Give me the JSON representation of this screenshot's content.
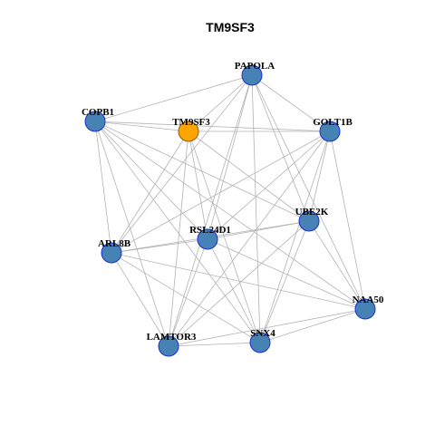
{
  "title": "TM9SF3",
  "colors": {
    "node_fill": "#4682B4",
    "node_stroke": "#1a2ed6",
    "focus_fill": "#FFA500",
    "focus_stroke": "#8a5a00",
    "edge": "#b3b3b3"
  },
  "nodes": [
    {
      "id": "PAPOLA",
      "label": "PAPOLA",
      "focus": false
    },
    {
      "id": "COPB1",
      "label": "COPB1",
      "focus": false
    },
    {
      "id": "TM9SF3",
      "label": "TM9SF3",
      "focus": true
    },
    {
      "id": "GOLT1B",
      "label": "GOLT1B",
      "focus": false
    },
    {
      "id": "UBE2K",
      "label": "UBE2K",
      "focus": false
    },
    {
      "id": "RSL24D1",
      "label": "RSL24D1",
      "focus": false
    },
    {
      "id": "ARL8B",
      "label": "ARL8B",
      "focus": false
    },
    {
      "id": "NAA50",
      "label": "NAA50",
      "focus": false
    },
    {
      "id": "LAMTOR3",
      "label": "LAMTOR3",
      "focus": false
    },
    {
      "id": "SNX4",
      "label": "SNX4",
      "focus": false
    }
  ],
  "edges": [
    [
      "PAPOLA",
      "COPB1"
    ],
    [
      "PAPOLA",
      "TM9SF3"
    ],
    [
      "PAPOLA",
      "GOLT1B"
    ],
    [
      "PAPOLA",
      "UBE2K"
    ],
    [
      "PAPOLA",
      "RSL24D1"
    ],
    [
      "PAPOLA",
      "NAA50"
    ],
    [
      "PAPOLA",
      "SNX4"
    ],
    [
      "PAPOLA",
      "LAMTOR3"
    ],
    [
      "PAPOLA",
      "ARL8B"
    ],
    [
      "COPB1",
      "TM9SF3"
    ],
    [
      "COPB1",
      "GOLT1B"
    ],
    [
      "COPB1",
      "UBE2K"
    ],
    [
      "COPB1",
      "RSL24D1"
    ],
    [
      "COPB1",
      "ARL8B"
    ],
    [
      "COPB1",
      "LAMTOR3"
    ],
    [
      "COPB1",
      "SNX4"
    ],
    [
      "COPB1",
      "NAA50"
    ],
    [
      "TM9SF3",
      "GOLT1B"
    ],
    [
      "TM9SF3",
      "ARL8B"
    ],
    [
      "TM9SF3",
      "LAMTOR3"
    ],
    [
      "TM9SF3",
      "SNX4"
    ],
    [
      "TM9SF3",
      "UBE2K"
    ],
    [
      "TM9SF3",
      "RSL24D1"
    ],
    [
      "GOLT1B",
      "UBE2K"
    ],
    [
      "GOLT1B",
      "RSL24D1"
    ],
    [
      "GOLT1B",
      "ARL8B"
    ],
    [
      "GOLT1B",
      "NAA50"
    ],
    [
      "GOLT1B",
      "LAMTOR3"
    ],
    [
      "GOLT1B",
      "SNX4"
    ],
    [
      "UBE2K",
      "RSL24D1"
    ],
    [
      "UBE2K",
      "ARL8B"
    ],
    [
      "UBE2K",
      "NAA50"
    ],
    [
      "UBE2K",
      "LAMTOR3"
    ],
    [
      "UBE2K",
      "SNX4"
    ],
    [
      "RSL24D1",
      "ARL8B"
    ],
    [
      "RSL24D1",
      "LAMTOR3"
    ],
    [
      "RSL24D1",
      "SNX4"
    ],
    [
      "RSL24D1",
      "NAA50"
    ],
    [
      "ARL8B",
      "NAA50"
    ],
    [
      "ARL8B",
      "SNX4"
    ],
    [
      "ARL8B",
      "LAMTOR3"
    ],
    [
      "NAA50",
      "LAMTOR3"
    ],
    [
      "NAA50",
      "SNX4"
    ],
    [
      "LAMTOR3",
      "SNX4"
    ]
  ]
}
